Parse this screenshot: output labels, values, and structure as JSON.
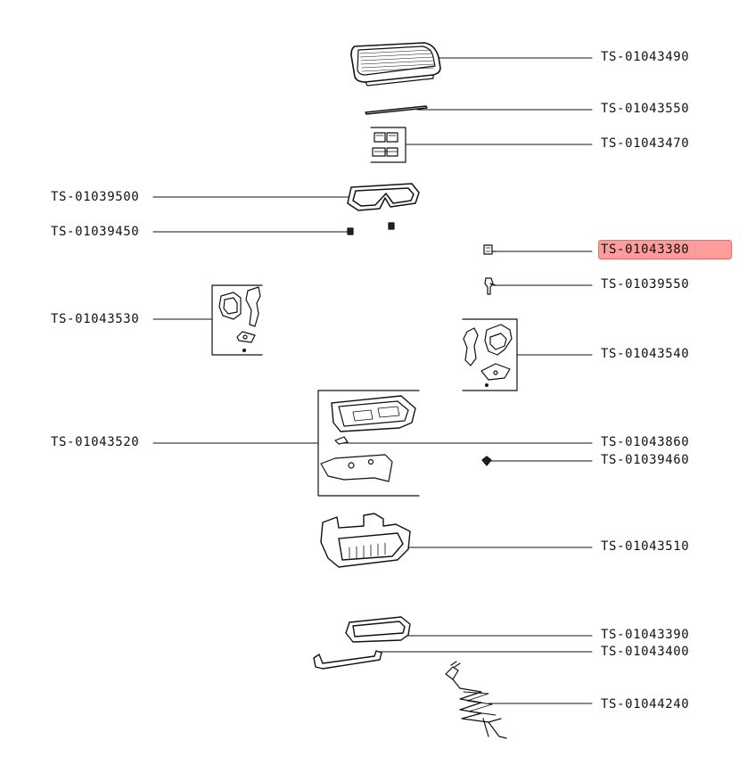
{
  "highlight_color": "#ff9c9c",
  "parts": [
    {
      "id": "TS-01043490",
      "side": "right",
      "highlighted": false
    },
    {
      "id": "TS-01043550",
      "side": "right",
      "highlighted": false
    },
    {
      "id": "TS-01043470",
      "side": "right",
      "highlighted": false
    },
    {
      "id": "TS-01039500",
      "side": "left",
      "highlighted": false
    },
    {
      "id": "TS-01039450",
      "side": "left",
      "highlighted": false
    },
    {
      "id": "TS-01043380",
      "side": "right",
      "highlighted": true
    },
    {
      "id": "TS-01039550",
      "side": "right",
      "highlighted": false
    },
    {
      "id": "TS-01043530",
      "side": "left",
      "highlighted": false
    },
    {
      "id": "TS-01043540",
      "side": "right",
      "highlighted": false
    },
    {
      "id": "TS-01043520",
      "side": "left",
      "highlighted": false
    },
    {
      "id": "TS-01043860",
      "side": "right",
      "highlighted": false
    },
    {
      "id": "TS-01039460",
      "side": "right",
      "highlighted": false
    },
    {
      "id": "TS-01043510",
      "side": "right",
      "highlighted": false
    },
    {
      "id": "TS-01043390",
      "side": "right",
      "highlighted": false
    },
    {
      "id": "TS-01043400",
      "side": "right",
      "highlighted": false
    },
    {
      "id": "TS-01044240",
      "side": "right",
      "highlighted": false
    }
  ]
}
